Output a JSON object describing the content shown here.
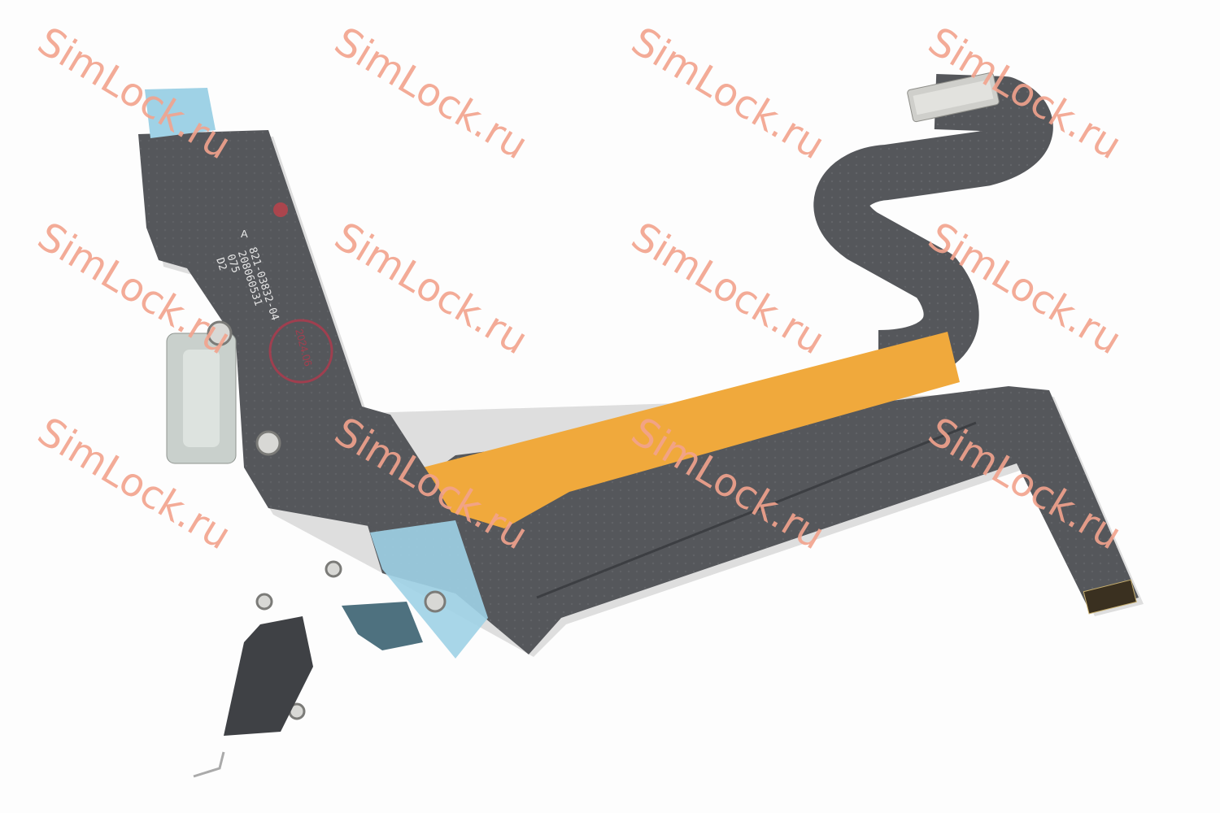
{
  "image": {
    "subject": "charging-port-flex-cable",
    "colors": {
      "flex": "#55575b",
      "flex_dark": "#45474b",
      "stiffener_orange": "#f0a93c",
      "tape_blue": "#9fd2e6",
      "metal": "#c9c9c6",
      "watermark": "#f3a38d"
    },
    "printed_label": {
      "part_number": "821-03832-04",
      "serial": "208060531",
      "line3": "075",
      "rev_letter": "A",
      "rev_code": "D2"
    },
    "stamp": {
      "text": "2024.06"
    }
  },
  "watermark": {
    "text": "SimLock.ru",
    "count": 12
  }
}
